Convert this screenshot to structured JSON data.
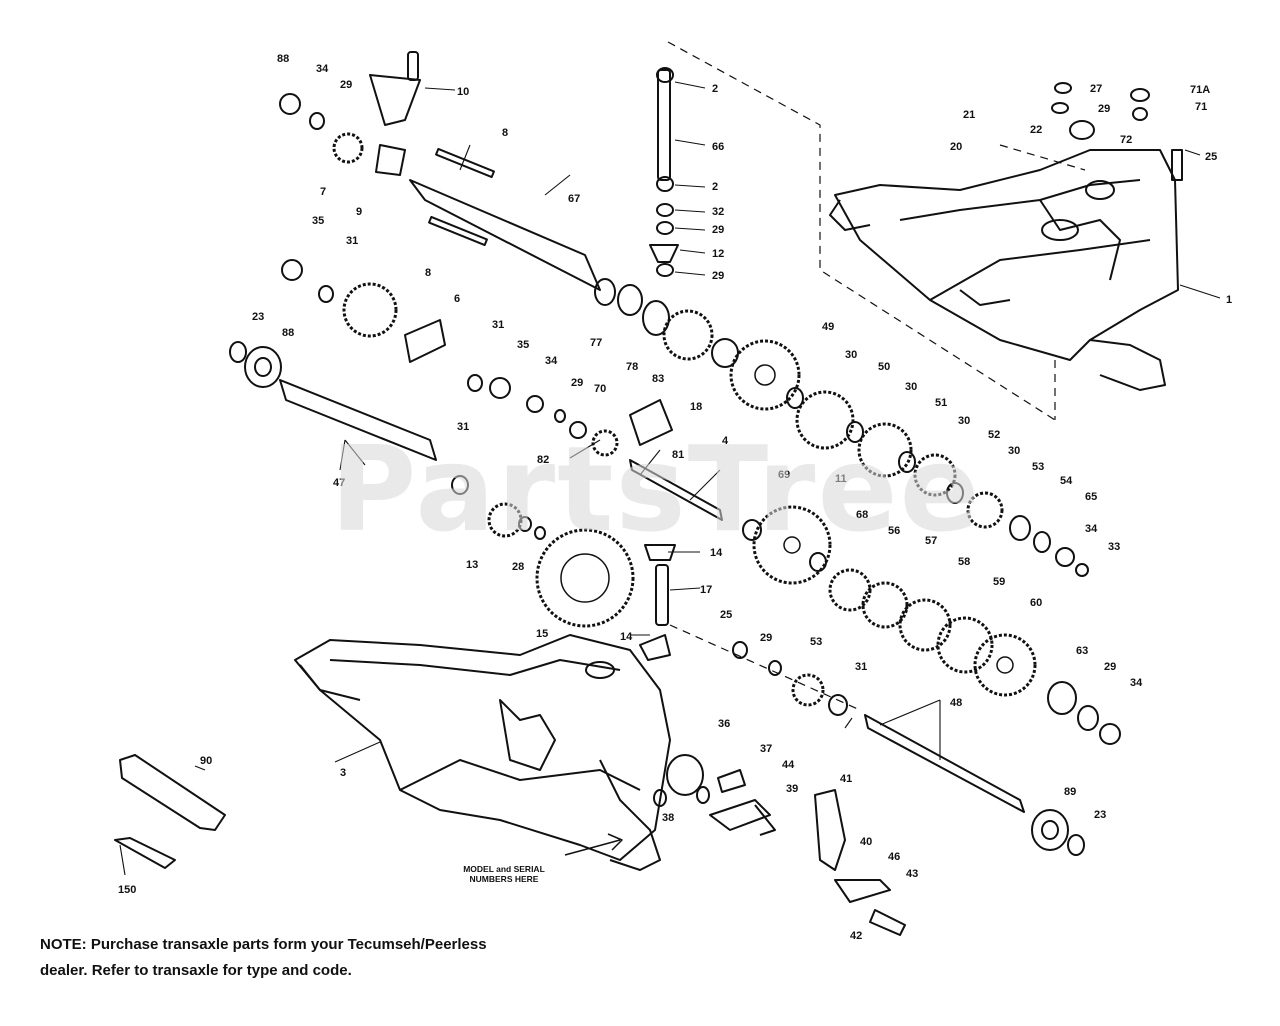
{
  "watermark": "PartsTree",
  "note": {
    "line1": "NOTE:  Purchase transaxle parts form your Tecumseh/Peerless",
    "line2": "dealer.  Refer to transaxle for type and code."
  },
  "serial_label": {
    "line1": "MODEL and SERIAL",
    "line2": "NUMBERS HERE"
  },
  "callouts": [
    "88",
    "34",
    "29",
    "10",
    "7",
    "9",
    "8",
    "67",
    "35",
    "31",
    "8",
    "6",
    "23",
    "88",
    "31",
    "35",
    "34",
    "29",
    "70",
    "47",
    "31",
    "82",
    "81",
    "4",
    "77",
    "78",
    "83",
    "18",
    "2",
    "66",
    "2",
    "32",
    "29",
    "12",
    "29",
    "27",
    "71A",
    "21",
    "29",
    "71",
    "22",
    "20",
    "72",
    "25",
    "1",
    "49",
    "30",
    "50",
    "30",
    "51",
    "30",
    "52",
    "30",
    "53",
    "54",
    "65",
    "34",
    "33",
    "69",
    "11",
    "68",
    "56",
    "57",
    "58",
    "59",
    "60",
    "13",
    "28",
    "15",
    "14",
    "17",
    "14",
    "25",
    "29",
    "53",
    "31",
    "63",
    "29",
    "34",
    "3",
    "36",
    "37",
    "44",
    "39",
    "41",
    "90",
    "38",
    "48",
    "40",
    "46",
    "43",
    "42",
    "89",
    "23",
    "150"
  ],
  "colors": {
    "ink": "#111111",
    "watermark": "#d8d8d8"
  }
}
